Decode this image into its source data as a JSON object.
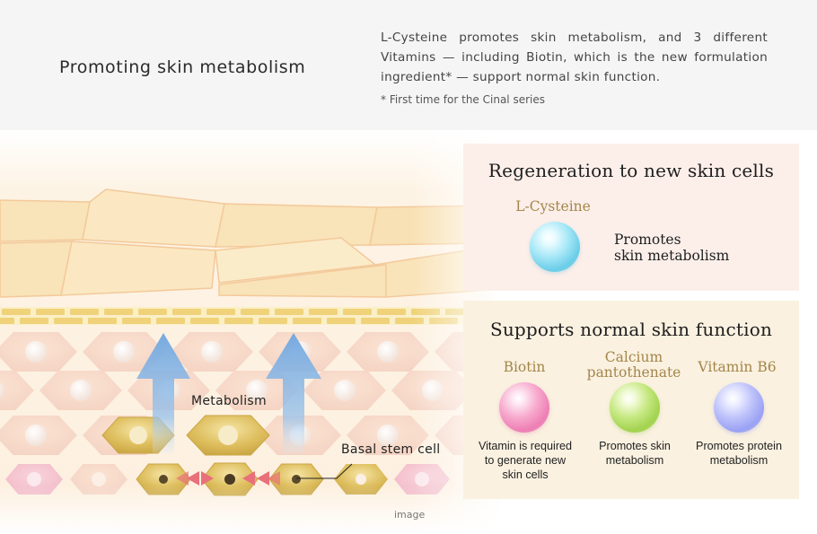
{
  "header": {
    "title": "Promoting skin metabolism",
    "description": "L-Cysteine promotes skin metabolism, and 3 different Vitamins — including Biotin, which is the new formulation ingredient* — support normal skin function.",
    "note": "* First time for the Cinal series"
  },
  "illustration": {
    "metabolism_label": "Metabolism",
    "basal_label": "Basal stem cell",
    "image_label": "image"
  },
  "regeneration": {
    "title": "Regeneration to new skin cells",
    "ingredient": {
      "name": "L-Cysteine",
      "effect_line1": "Promotes",
      "effect_line2": "skin metabolism",
      "color": "#8fd7ea"
    }
  },
  "support": {
    "title": "Supports normal skin function",
    "ingredients": [
      {
        "name": "Biotin",
        "effect_lines": [
          "Vitamin is required",
          "to generate new",
          "skin cells"
        ],
        "color": "#f29ec6"
      },
      {
        "name_lines": [
          "Calcium",
          "pantothenate"
        ],
        "effect_lines": [
          "Promotes skin",
          "metabolism"
        ],
        "color": "#b9df77"
      },
      {
        "name": "Vitamin B6",
        "effect_lines": [
          "Promotes protein",
          "metabolism"
        ],
        "color": "#b4b9f7"
      }
    ]
  },
  "colors": {
    "header_bg": "#f5f5f5",
    "regen_panel_bg": "#fcefea",
    "support_panel_bg": "#faf1e0",
    "ingredient_name": "#a4864a"
  }
}
